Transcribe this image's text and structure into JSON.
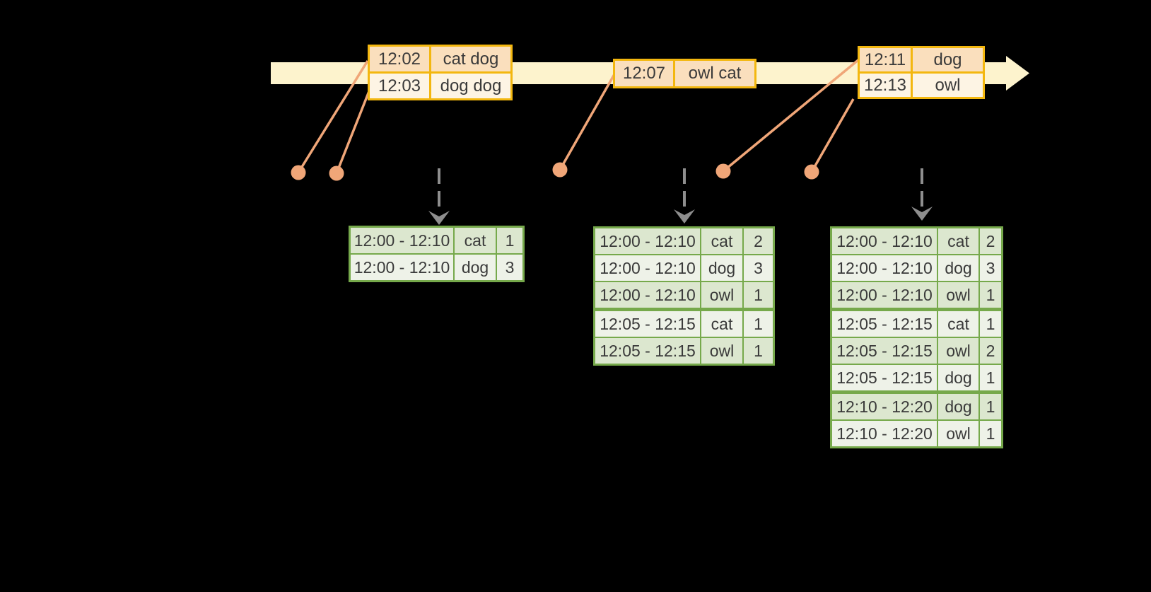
{
  "colors": {
    "background": "#000000",
    "timeline_fill": "#fdf3cd",
    "event_border": "#f3b70f",
    "event_row_peach": "#fadfbd",
    "event_row_cream": "#fdf4e4",
    "connector": "#f0a678",
    "result_border": "#76a94b",
    "result_row_dark": "#dce7cf",
    "result_row_light": "#eef2e8",
    "trigger_arrow": "#8e8e8e",
    "text": "#3a3a3a"
  },
  "event_tables": [
    {
      "rows": [
        {
          "time": "12:02",
          "words": "cat dog"
        },
        {
          "time": "12:03",
          "words": "dog dog"
        }
      ]
    },
    {
      "rows": [
        {
          "time": "12:07",
          "words": "owl cat"
        }
      ]
    },
    {
      "rows": [
        {
          "time": "12:11",
          "words": "dog"
        },
        {
          "time": "12:13",
          "words": "owl"
        }
      ]
    }
  ],
  "result_tables": [
    {
      "rows": [
        {
          "window": "12:00 - 12:10",
          "word": "cat",
          "count": "1"
        },
        {
          "window": "12:00 - 12:10",
          "word": "dog",
          "count": "3"
        }
      ]
    },
    {
      "rows": [
        {
          "window": "12:00 - 12:10",
          "word": "cat",
          "count": "2"
        },
        {
          "window": "12:00 - 12:10",
          "word": "dog",
          "count": "3"
        },
        {
          "window": "12:00 - 12:10",
          "word": "owl",
          "count": "1"
        },
        {
          "window": "12:05 - 12:15",
          "word": "cat",
          "count": "1"
        },
        {
          "window": "12:05 - 12:15",
          "word": "owl",
          "count": "1"
        }
      ]
    },
    {
      "rows": [
        {
          "window": "12:00 - 12:10",
          "word": "cat",
          "count": "2"
        },
        {
          "window": "12:00 - 12:10",
          "word": "dog",
          "count": "3"
        },
        {
          "window": "12:00 - 12:10",
          "word": "owl",
          "count": "1"
        },
        {
          "window": "12:05 - 12:15",
          "word": "cat",
          "count": "1"
        },
        {
          "window": "12:05 - 12:15",
          "word": "owl",
          "count": "2"
        },
        {
          "window": "12:05 - 12:15",
          "word": "dog",
          "count": "1"
        },
        {
          "window": "12:10 - 12:20",
          "word": "dog",
          "count": "1"
        },
        {
          "window": "12:10 - 12:20",
          "word": "owl",
          "count": "1"
        }
      ]
    }
  ]
}
